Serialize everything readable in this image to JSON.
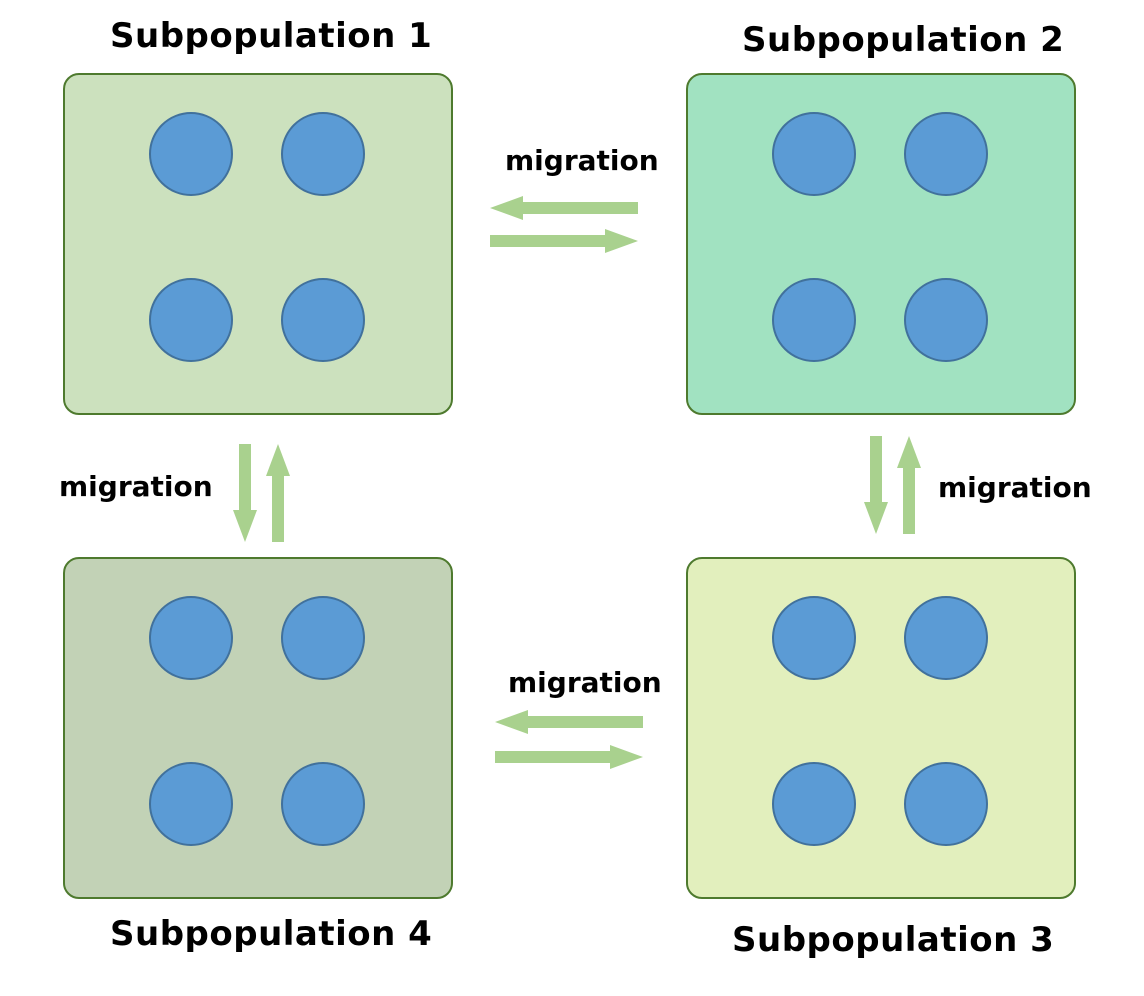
{
  "subpopulations": [
    {
      "label": "Subpopulation 1",
      "fill": "#cce1be"
    },
    {
      "label": "Subpopulation 2",
      "fill": "#a1e2c1"
    },
    {
      "label": "Subpopulation 3",
      "fill": "#e2efbd"
    },
    {
      "label": "Subpopulation 4",
      "fill": "#c2d2b6"
    }
  ],
  "migration": {
    "label_1_2": "migration",
    "label_2_3": "migration",
    "label_3_4": "migration",
    "label_4_1": "migration",
    "arrow_color": "#a9d18e"
  },
  "colors": {
    "node_fill": "#5b9bd5",
    "node_stroke": "#41719c",
    "box_border": "#4e7a2e"
  }
}
